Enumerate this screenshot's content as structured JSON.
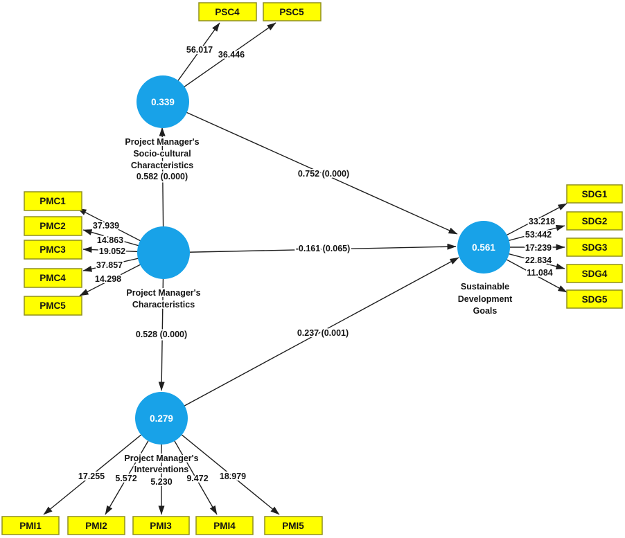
{
  "diagram": {
    "colors": {
      "construct_fill": "#18a2e8",
      "construct_value_text": "#ffffff",
      "indicator_fill": "#ffff00",
      "indicator_border": "#8f8f1f",
      "line": "#1f1f1f",
      "label_text": "#141414"
    },
    "constructs": {
      "psc": {
        "r2": "0.339",
        "name_lines": [
          "Project Manager's",
          "Socio-cultural",
          "Characteristics"
        ]
      },
      "pmc": {
        "r2": "",
        "name_lines": [
          "Project Manager's",
          "Characteristics"
        ]
      },
      "sdg": {
        "r2": "0.561",
        "name_lines": [
          "Sustainable",
          "Development",
          "Goals"
        ]
      },
      "pmi": {
        "r2": "0.279",
        "name_lines": [
          "Project Manager's",
          "Interventions"
        ]
      }
    },
    "indicators": {
      "psc": [
        {
          "label": "PSC4",
          "value": "56.017"
        },
        {
          "label": "PSC5",
          "value": "36.446"
        }
      ],
      "pmc": [
        {
          "label": "PMC1",
          "value": "37.939"
        },
        {
          "label": "PMC2",
          "value": "14.863"
        },
        {
          "label": "PMC3",
          "value": "19.052"
        },
        {
          "label": "PMC4",
          "value": "37.857"
        },
        {
          "label": "PMC5",
          "value": "14.298"
        }
      ],
      "sdg": [
        {
          "label": "SDG1",
          "value": "33.218"
        },
        {
          "label": "SDG2",
          "value": "53.442"
        },
        {
          "label": "SDG3",
          "value": "17.239"
        },
        {
          "label": "SDG4",
          "value": "22.834"
        },
        {
          "label": "SDG5",
          "value": "11.084"
        }
      ],
      "pmi": [
        {
          "label": "PMI1",
          "value": "17.255"
        },
        {
          "label": "PMI2",
          "value": "5.572"
        },
        {
          "label": "PMI3",
          "value": "5.230"
        },
        {
          "label": "PMI4",
          "value": "9.472"
        },
        {
          "label": "PMI5",
          "value": "18.979"
        }
      ]
    },
    "paths": [
      {
        "from": "Project Manager's Characteristics",
        "to": "Project Manager's Socio-cultural Characteristics",
        "label": "0.582 (0.000)"
      },
      {
        "from": "Project Manager's Socio-cultural Characteristics",
        "to": "Sustainable Development Goals",
        "label": "0.752 (0.000)"
      },
      {
        "from": "Project Manager's Characteristics",
        "to": "Sustainable Development Goals",
        "label": "-0.161 (0.065)"
      },
      {
        "from": "Project Manager's Characteristics",
        "to": "Project Manager's Interventions",
        "label": "0.528 (0.000)"
      },
      {
        "from": "Project Manager's Interventions",
        "to": "Sustainable Development Goals",
        "label": "0.237 (0.001)"
      }
    ]
  }
}
